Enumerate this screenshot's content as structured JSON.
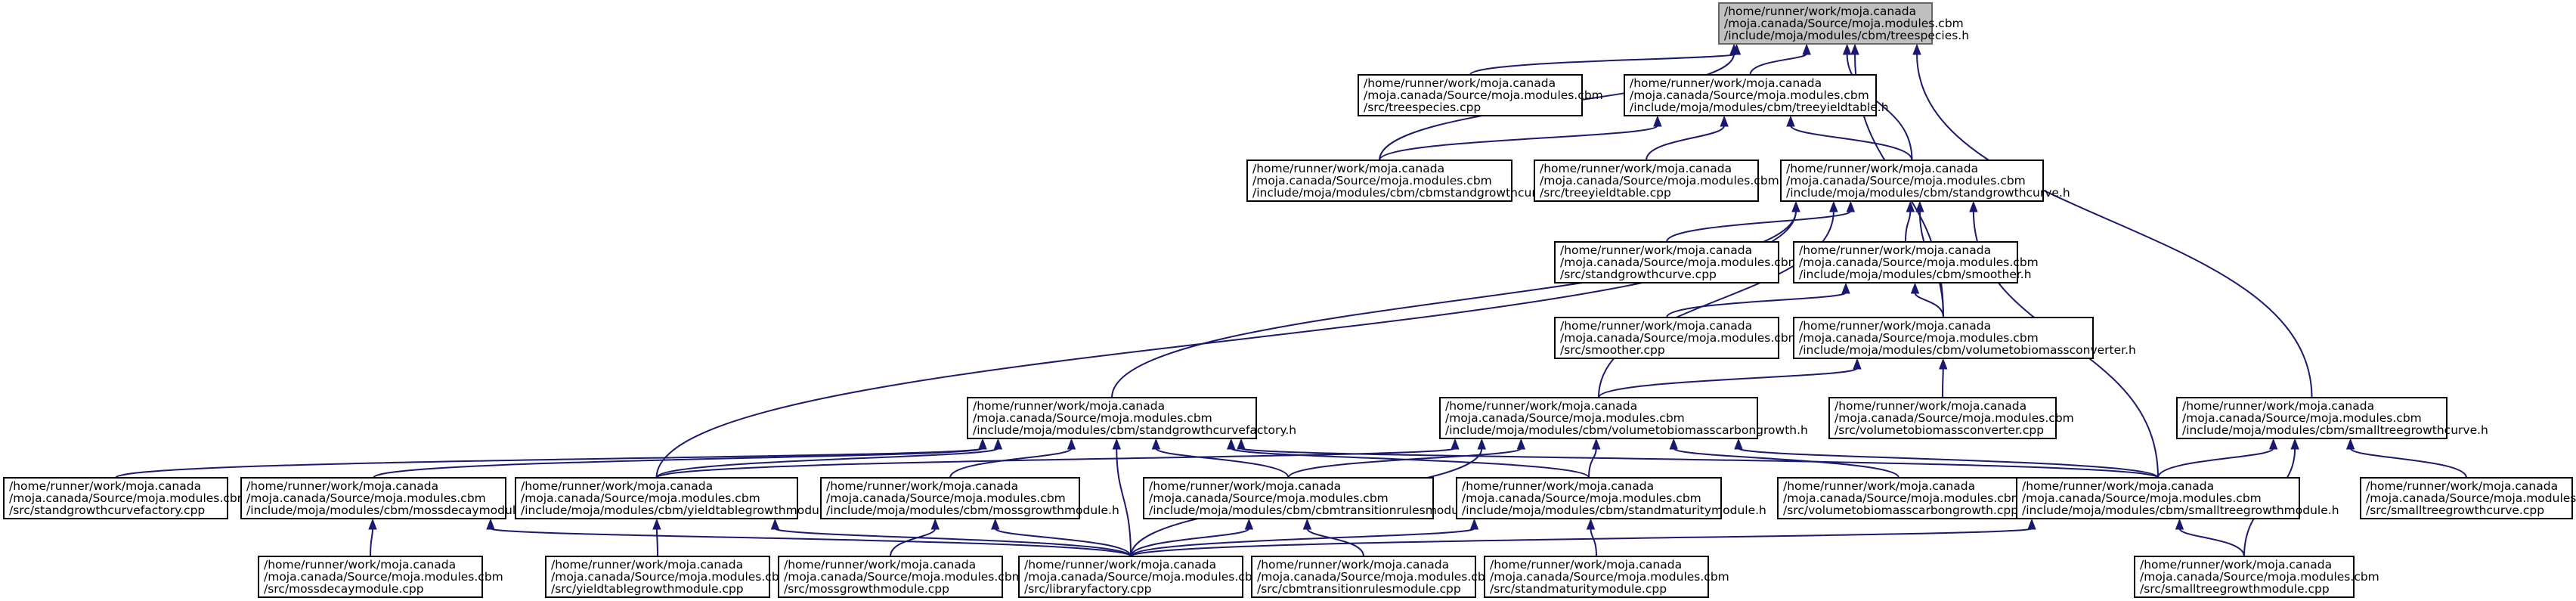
{
  "graph": {
    "nodes": [
      {
        "id": "treespecies_h",
        "lines": [
          "/home/runner/work/moja.canada",
          "/moja.canada/Source/moja.modules.cbm",
          "/include/moja/modules/cbm/treespecies.h"
        ],
        "highlight": true
      },
      {
        "id": "treespecies_cpp",
        "lines": [
          "/home/runner/work/moja.canada",
          "/moja.canada/Source/moja.modules.cbm",
          "/src/treespecies.cpp"
        ]
      },
      {
        "id": "treeyieldtable_h",
        "lines": [
          "/home/runner/work/moja.canada",
          "/moja.canada/Source/moja.modules.cbm",
          "/include/moja/modules/cbm/treeyieldtable.h"
        ]
      },
      {
        "id": "cbmstandgrowthcurve_h",
        "lines": [
          "/home/runner/work/moja.canada",
          "/moja.canada/Source/moja.modules.cbm",
          "/include/moja/modules/cbm/cbmstandgrowthcurve.h"
        ]
      },
      {
        "id": "treeyieldtable_cpp",
        "lines": [
          "/home/runner/work/moja.canada",
          "/moja.canada/Source/moja.modules.cbm",
          "/src/treeyieldtable.cpp"
        ]
      },
      {
        "id": "standgrowthcurve_h",
        "lines": [
          "/home/runner/work/moja.canada",
          "/moja.canada/Source/moja.modules.cbm",
          "/include/moja/modules/cbm/standgrowthcurve.h"
        ]
      },
      {
        "id": "standgrowthcurve_cpp",
        "lines": [
          "/home/runner/work/moja.canada",
          "/moja.canada/Source/moja.modules.cbm",
          "/src/standgrowthcurve.cpp"
        ]
      },
      {
        "id": "smoother_h",
        "lines": [
          "/home/runner/work/moja.canada",
          "/moja.canada/Source/moja.modules.cbm",
          "/include/moja/modules/cbm/smoother.h"
        ]
      },
      {
        "id": "smoother_cpp",
        "lines": [
          "/home/runner/work/moja.canada",
          "/moja.canada/Source/moja.modules.cbm",
          "/src/smoother.cpp"
        ]
      },
      {
        "id": "volumetobiomassconverter_h",
        "lines": [
          "/home/runner/work/moja.canada",
          "/moja.canada/Source/moja.modules.cbm",
          "/include/moja/modules/cbm/volumetobiomassconverter.h"
        ]
      },
      {
        "id": "volumetobiomassconverter_cpp",
        "lines": [
          "/home/runner/work/moja.canada",
          "/moja.canada/Source/moja.modules.cbm",
          "/src/volumetobiomassconverter.cpp"
        ]
      },
      {
        "id": "standgrowthcurvefactory_h",
        "lines": [
          "/home/runner/work/moja.canada",
          "/moja.canada/Source/moja.modules.cbm",
          "/include/moja/modules/cbm/standgrowthcurvefactory.h"
        ]
      },
      {
        "id": "volumetobiomasscarbongrowth_h",
        "lines": [
          "/home/runner/work/moja.canada",
          "/moja.canada/Source/moja.modules.cbm",
          "/include/moja/modules/cbm/volumetobiomasscarbongrowth.h"
        ]
      },
      {
        "id": "smalltreegrowthcurve_h",
        "lines": [
          "/home/runner/work/moja.canada",
          "/moja.canada/Source/moja.modules.cbm",
          "/include/moja/modules/cbm/smalltreegrowthcurve.h"
        ]
      },
      {
        "id": "standgrowthcurvefactory_cpp",
        "lines": [
          "/home/runner/work/moja.canada",
          "/moja.canada/Source/moja.modules.cbm",
          "/src/standgrowthcurvefactory.cpp"
        ]
      },
      {
        "id": "mossdecaymodule_h",
        "lines": [
          "/home/runner/work/moja.canada",
          "/moja.canada/Source/moja.modules.cbm",
          "/include/moja/modules/cbm/mossdecaymodule.h"
        ]
      },
      {
        "id": "yieldtablegrowthmodule_h",
        "lines": [
          "/home/runner/work/moja.canada",
          "/moja.canada/Source/moja.modules.cbm",
          "/include/moja/modules/cbm/yieldtablegrowthmodule.h"
        ]
      },
      {
        "id": "mossgrowthmodule_h",
        "lines": [
          "/home/runner/work/moja.canada",
          "/moja.canada/Source/moja.modules.cbm",
          "/include/moja/modules/cbm/mossgrowthmodule.h"
        ]
      },
      {
        "id": "cbmtransitionrulesmodule_h",
        "lines": [
          "/home/runner/work/moja.canada",
          "/moja.canada/Source/moja.modules.cbm",
          "/include/moja/modules/cbm/cbmtransitionrulesmodule.h"
        ]
      },
      {
        "id": "standmaturitymodule_h",
        "lines": [
          "/home/runner/work/moja.canada",
          "/moja.canada/Source/moja.modules.cbm",
          "/include/moja/modules/cbm/standmaturitymodule.h"
        ]
      },
      {
        "id": "volumetobiomasscarbongrowth_cpp",
        "lines": [
          "/home/runner/work/moja.canada",
          "/moja.canada/Source/moja.modules.cbm",
          "/src/volumetobiomasscarbongrowth.cpp"
        ]
      },
      {
        "id": "smalltreegrowthmodule_h",
        "lines": [
          "/home/runner/work/moja.canada",
          "/moja.canada/Source/moja.modules.cbm",
          "/include/moja/modules/cbm/smalltreegrowthmodule.h"
        ]
      },
      {
        "id": "smalltreegrowthcurve_cpp",
        "lines": [
          "/home/runner/work/moja.canada",
          "/moja.canada/Source/moja.modules.cbm",
          "/src/smalltreegrowthcurve.cpp"
        ]
      },
      {
        "id": "mossdecaymodule_cpp",
        "lines": [
          "/home/runner/work/moja.canada",
          "/moja.canada/Source/moja.modules.cbm",
          "/src/mossdecaymodule.cpp"
        ]
      },
      {
        "id": "yieldtablegrowthmodule_cpp",
        "lines": [
          "/home/runner/work/moja.canada",
          "/moja.canada/Source/moja.modules.cbm",
          "/src/yieldtablegrowthmodule.cpp"
        ]
      },
      {
        "id": "mossgrowthmodule_cpp",
        "lines": [
          "/home/runner/work/moja.canada",
          "/moja.canada/Source/moja.modules.cbm",
          "/src/mossgrowthmodule.cpp"
        ]
      },
      {
        "id": "libraryfactory_cpp",
        "lines": [
          "/home/runner/work/moja.canada",
          "/moja.canada/Source/moja.modules.cbm",
          "/src/libraryfactory.cpp"
        ]
      },
      {
        "id": "cbmtransitionrulesmodule_cpp",
        "lines": [
          "/home/runner/work/moja.canada",
          "/moja.canada/Source/moja.modules.cbm",
          "/src/cbmtransitionrulesmodule.cpp"
        ]
      },
      {
        "id": "standmaturitymodule_cpp",
        "lines": [
          "/home/runner/work/moja.canada",
          "/moja.canada/Source/moja.modules.cbm",
          "/src/standmaturitymodule.cpp"
        ]
      },
      {
        "id": "smalltreegrowthmodule_cpp",
        "lines": [
          "/home/runner/work/moja.canada",
          "/moja.canada/Source/moja.modules.cbm",
          "/src/smalltreegrowthmodule.cpp"
        ]
      }
    ],
    "edges": [
      [
        "treespecies_h",
        "treespecies_cpp"
      ],
      [
        "treespecies_h",
        "treeyieldtable_h"
      ],
      [
        "treespecies_h",
        "cbmstandgrowthcurve_h"
      ],
      [
        "treespecies_h",
        "standgrowthcurve_h"
      ],
      [
        "treespecies_h",
        "volumetobiomassconverter_h"
      ],
      [
        "treespecies_h",
        "smalltreegrowthcurve_h"
      ],
      [
        "treeyieldtable_h",
        "cbmstandgrowthcurve_h"
      ],
      [
        "treeyieldtable_h",
        "treeyieldtable_cpp"
      ],
      [
        "treeyieldtable_h",
        "standgrowthcurve_h"
      ],
      [
        "standgrowthcurve_h",
        "standgrowthcurve_cpp"
      ],
      [
        "standgrowthcurve_h",
        "smoother_h"
      ],
      [
        "standgrowthcurve_h",
        "volumetobiomassconverter_h"
      ],
      [
        "standgrowthcurve_h",
        "standgrowthcurvefactory_h"
      ],
      [
        "standgrowthcurve_h",
        "volumetobiomasscarbongrowth_h"
      ],
      [
        "standgrowthcurve_h",
        "yieldtablegrowthmodule_h"
      ],
      [
        "standgrowthcurve_h",
        "smalltreegrowthmodule_h"
      ],
      [
        "smoother_h",
        "smoother_cpp"
      ],
      [
        "smoother_h",
        "volumetobiomassconverter_h"
      ],
      [
        "volumetobiomassconverter_h",
        "volumetobiomassconverter_cpp"
      ],
      [
        "volumetobiomassconverter_h",
        "volumetobiomasscarbongrowth_h"
      ],
      [
        "standgrowthcurvefactory_h",
        "standgrowthcurvefactory_cpp"
      ],
      [
        "standgrowthcurvefactory_h",
        "mossdecaymodule_h"
      ],
      [
        "standgrowthcurvefactory_h",
        "yieldtablegrowthmodule_h"
      ],
      [
        "standgrowthcurvefactory_h",
        "mossgrowthmodule_h"
      ],
      [
        "standgrowthcurvefactory_h",
        "cbmtransitionrulesmodule_h"
      ],
      [
        "standgrowthcurvefactory_h",
        "standmaturitymodule_h"
      ],
      [
        "standgrowthcurvefactory_h",
        "smalltreegrowthmodule_h"
      ],
      [
        "standgrowthcurvefactory_h",
        "libraryfactory_cpp"
      ],
      [
        "volumetobiomasscarbongrowth_h",
        "yieldtablegrowthmodule_h"
      ],
      [
        "volumetobiomasscarbongrowth_h",
        "cbmtransitionrulesmodule_h"
      ],
      [
        "volumetobiomasscarbongrowth_h",
        "standmaturitymodule_h"
      ],
      [
        "volumetobiomasscarbongrowth_h",
        "volumetobiomasscarbongrowth_cpp"
      ],
      [
        "volumetobiomasscarbongrowth_h",
        "smalltreegrowthmodule_h"
      ],
      [
        "volumetobiomasscarbongrowth_h",
        "libraryfactory_cpp"
      ],
      [
        "smalltreegrowthcurve_h",
        "smalltreegrowthmodule_h"
      ],
      [
        "smalltreegrowthcurve_h",
        "smalltreegrowthcurve_cpp"
      ],
      [
        "smalltreegrowthcurve_h",
        "smalltreegrowthmodule_cpp"
      ],
      [
        "mossdecaymodule_h",
        "mossdecaymodule_cpp"
      ],
      [
        "mossdecaymodule_h",
        "libraryfactory_cpp"
      ],
      [
        "yieldtablegrowthmodule_h",
        "yieldtablegrowthmodule_cpp"
      ],
      [
        "yieldtablegrowthmodule_h",
        "libraryfactory_cpp"
      ],
      [
        "mossgrowthmodule_h",
        "mossgrowthmodule_cpp"
      ],
      [
        "mossgrowthmodule_h",
        "libraryfactory_cpp"
      ],
      [
        "cbmtransitionrulesmodule_h",
        "libraryfactory_cpp"
      ],
      [
        "cbmtransitionrulesmodule_h",
        "cbmtransitionrulesmodule_cpp"
      ],
      [
        "standmaturitymodule_h",
        "libraryfactory_cpp"
      ],
      [
        "standmaturitymodule_h",
        "standmaturitymodule_cpp"
      ],
      [
        "smalltreegrowthmodule_h",
        "libraryfactory_cpp"
      ],
      [
        "smalltreegrowthmodule_h",
        "smalltreegrowthmodule_cpp"
      ]
    ]
  }
}
